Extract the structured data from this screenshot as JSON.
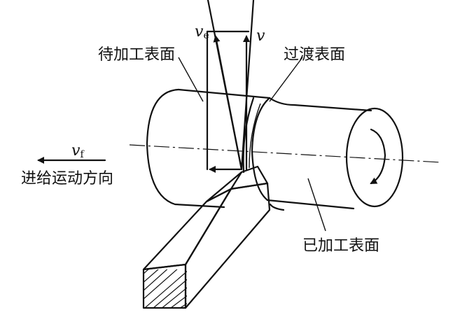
{
  "labels": {
    "surface_to_machine": "待加工表面",
    "transition_surface": "过渡表面",
    "machined_surface": "已加工表面",
    "feed_direction": "进给运动方向"
  },
  "symbols": {
    "ve_main": "v",
    "ve_sub": "e",
    "v": "v",
    "vf_main": "v",
    "vf_sub": "f"
  }
}
